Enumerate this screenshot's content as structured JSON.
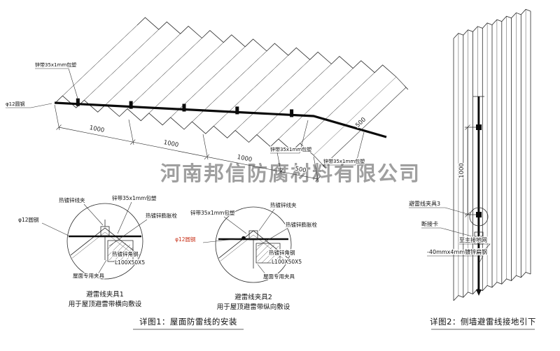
{
  "watermark": "河南邦信防腐材料有限公司",
  "colors": {
    "line": "#2a2a2a",
    "red": "#c83018",
    "watermark": "#8f8f8f"
  },
  "roof": {
    "label_strap_top": "锌带35x1mm包塑",
    "label_round_steel": "φ12圆钢",
    "label_strap_mid": "锌带35x1mm包塑",
    "label_strap_right": "锌带35x1mm包塑",
    "dim_1000": "1000",
    "dim_500": "500"
  },
  "detail1": {
    "label_clamp": "热镀锌线夹",
    "label_strap": "锌带35x1mm包塑",
    "label_bolt": "热镀锌膨胀栓",
    "label_round": "φ12圆钢",
    "label_angle": "热镀锌角钢",
    "label_angle_spec": "L100X50X5",
    "label_fixture": "屋面专用夹具",
    "title": "避雷线夹具1",
    "subtitle": "用于屋顶避雷带横向敷设"
  },
  "detail2": {
    "label_strap": "锌带35x1mm包塑",
    "label_clamp": "热镀锌线夹",
    "label_bolt": "热镀锌膨胀栓",
    "label_round": "φ12圆钢",
    "label_angle": "热镀锌角钢",
    "label_angle_spec": "L100X50X5",
    "label_fixture": "屋面专用夹具",
    "title": "避雷线夹具2",
    "subtitle": "用于屋顶避雷带纵向敷设"
  },
  "wall": {
    "dim_1000": "1000",
    "label_clamp3": "避雷线夹具3",
    "label_disconnect": "断接卡",
    "label_ground": "至主接地网",
    "label_flat": "-40mmx4mm镀锌扁钢"
  },
  "captions": {
    "c1": "详图1：屋面防雷线的安装",
    "c2": "详图2：侧墙避雷线接地引下"
  }
}
